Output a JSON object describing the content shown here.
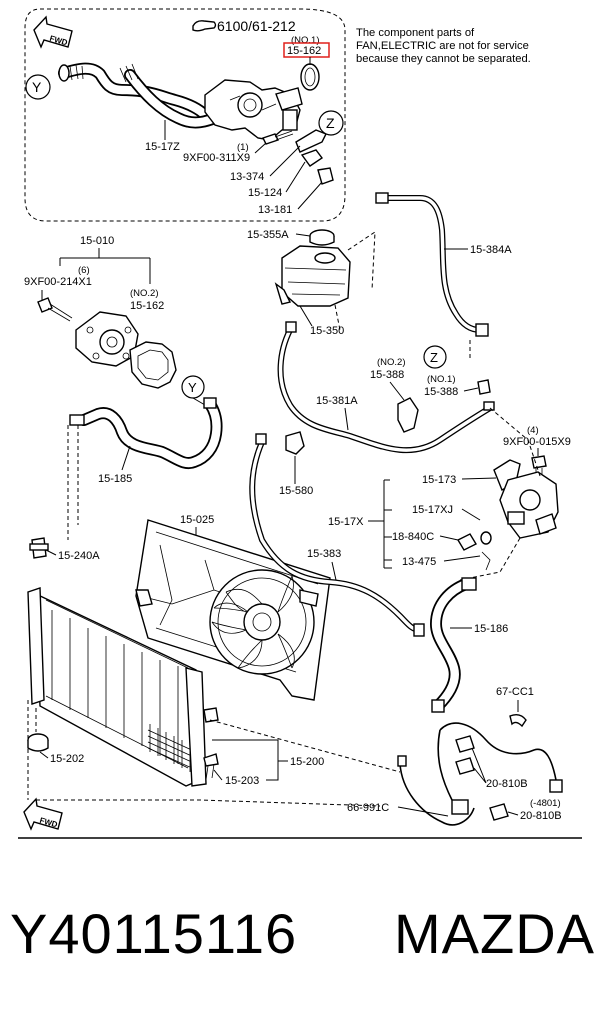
{
  "diagram": {
    "note_lines": [
      "The component parts of",
      "FAN,ELECTRIC are not for service",
      "because they cannot be separated."
    ],
    "header_ref": "6100/61-212",
    "header_ref_icon": "pointer-hand-icon",
    "highlight_color": "#e0201c",
    "fwd_label": "FWD",
    "callout_y": "Y",
    "callout_z": "Z",
    "labels": {
      "l_15_162_no1_qual": "(NO.1)",
      "l_15_162_no1": "15-162",
      "l_15_17z": "15-17Z",
      "l_qty1": "(1)",
      "l_9xf00_311x9": "9XF00-311X9",
      "l_13_374": "13-374",
      "l_15_124": "15-124",
      "l_13_181": "13-181",
      "l_15_355a": "15-355A",
      "l_15_384a": "15-384A",
      "l_15_010": "15-010",
      "l_qty6": "(6)",
      "l_9xf00_214x1": "9XF00-214X1",
      "l_15_162_no2_qual": "(NO.2)",
      "l_15_162_no2": "15-162",
      "l_15_350": "15-350",
      "l_15_388_no2_qual": "(NO.2)",
      "l_15_388_no2": "15-388",
      "l_15_388_no1_qual": "(NO.1)",
      "l_15_388_no1": "15-388",
      "l_15_381a": "15-381A",
      "l_qty4": "(4)",
      "l_9xf00_015x9": "9XF00-015X9",
      "l_15_185": "15-185",
      "l_15_580": "15-580",
      "l_15_173": "15-173",
      "l_15_17xj": "15-17XJ",
      "l_15_17x": "15-17X",
      "l_18_840c": "18-840C",
      "l_13_475": "13-475",
      "l_15_025": "15-025",
      "l_15_240a": "15-240A",
      "l_15_383": "15-383",
      "l_15_186": "15-186",
      "l_67_cc1": "67-CC1",
      "l_15_202": "15-202",
      "l_15_203": "15-203",
      "l_15_200": "15-200",
      "l_20_810b_a": "20-810B",
      "l_4801": "(-4801)",
      "l_66_991c": "66-991C",
      "l_20_810b_b": "20-810B"
    }
  },
  "caption": {
    "part_number": "Y40115116",
    "brand": "MAZDA"
  }
}
